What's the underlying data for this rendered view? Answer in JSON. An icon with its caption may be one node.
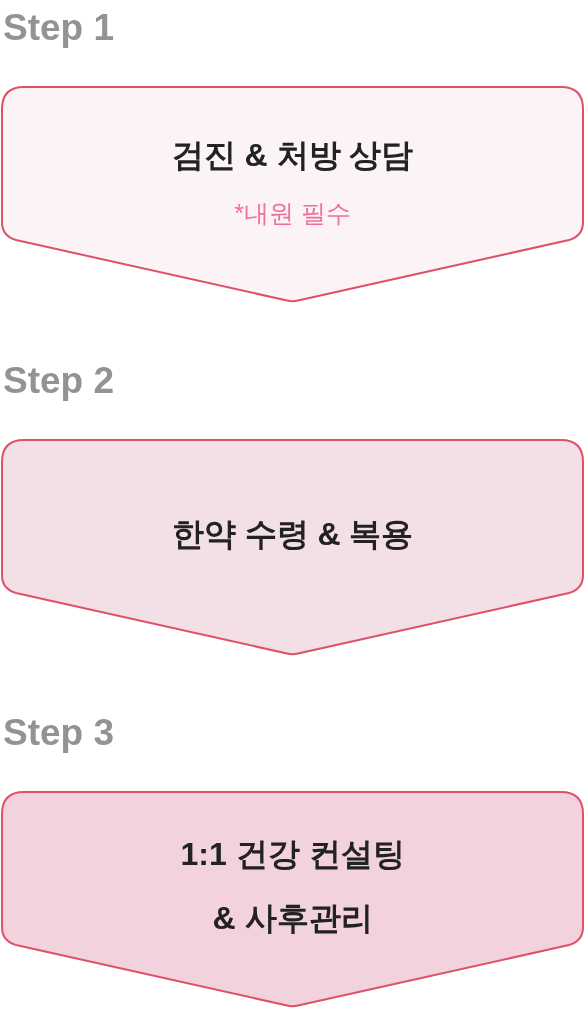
{
  "diagram": {
    "nodes": [
      {
        "text": [
          "Step 1",
          "검진 & 처방 상담",
          "*내원 필수"
        ]
      },
      {
        "text": [
          "Step 2",
          "한약 수령 & 복용"
        ]
      },
      {
        "text": [
          "Step 3",
          "1:1 건강 컨설팅 & 사후관리"
        ]
      }
    ]
  }
}
